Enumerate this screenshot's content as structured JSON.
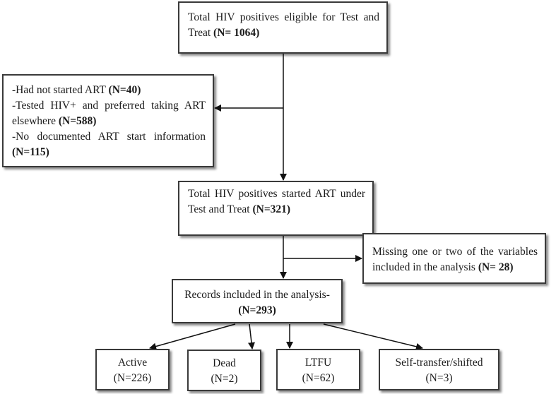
{
  "box_total": {
    "text": "Total HIV positives eligible for Test and Treat",
    "n": "(N= 1064)"
  },
  "box_excluded": {
    "items": [
      {
        "text": "-Had not started ART",
        "n": "(N=40)"
      },
      {
        "text": "-Tested HIV+ and preferred taking ART elsewhere",
        "n": "(N=588)"
      },
      {
        "text": "-No documented ART start information",
        "n": "(N=115)"
      }
    ]
  },
  "box_started": {
    "text": "Total HIV positives started ART under Test and Treat",
    "n": "(N=321)"
  },
  "box_missing": {
    "text": "Missing one or two of the variables included in the analysis",
    "n": "(N= 28)"
  },
  "box_included": {
    "text": "Records included in the analysis-",
    "n": "(N=293)"
  },
  "outcomes": [
    {
      "label": "Active",
      "n": "(N=226)"
    },
    {
      "label": "Dead",
      "n": "(N=2)"
    },
    {
      "label": "LTFU",
      "n": "(N=62)"
    },
    {
      "label": "Self-transfer/shifted",
      "n": "(N=3)"
    }
  ],
  "colors": {
    "border": "#3a3a3a",
    "arrow": "#111111"
  }
}
